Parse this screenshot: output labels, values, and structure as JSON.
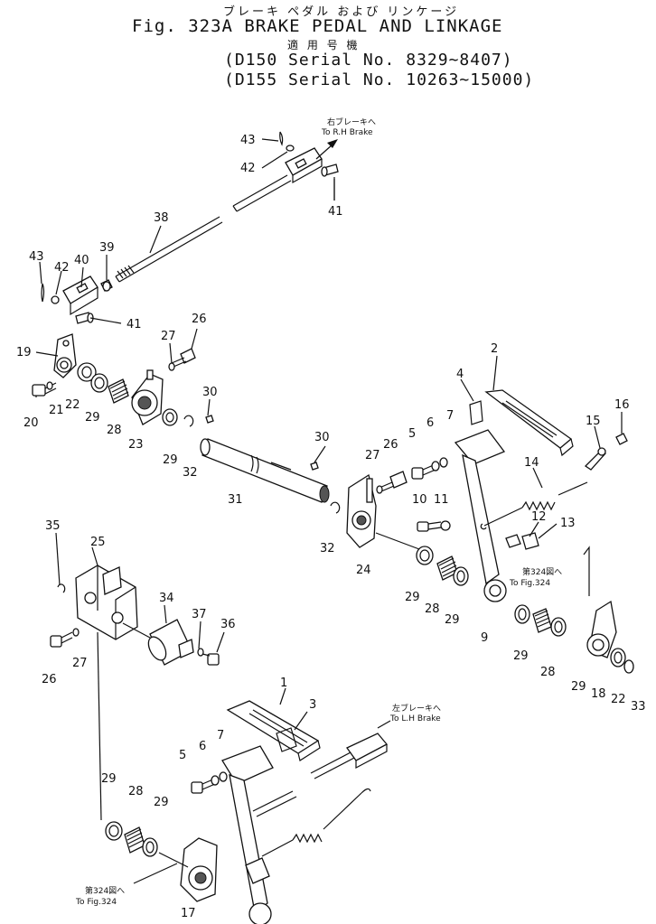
{
  "header": {
    "japanese_title": "ブレーキ ペダル および リンケージ",
    "title": "Fig. 323A  BRAKE PEDAL AND LINKAGE",
    "applicable_models_jp": "適 用 号 機",
    "serial_1": "(D150 Serial No. 8329~8407)",
    "serial_2": "(D155 Serial No. 10263~15000)"
  },
  "notes": {
    "rh_brake_jp": "右ブレーキへ",
    "rh_brake": "To R.H Brake",
    "lh_brake_jp": "左ブレーキへ",
    "lh_brake": "To L.H Brake",
    "fig324_jp": "第324図へ",
    "fig324": "To Fig.324"
  },
  "callouts": {
    "c1": "1",
    "c2": "2",
    "c3": "3",
    "c4": "4",
    "c5": "5",
    "c6": "6",
    "c7": "7",
    "c9": "9",
    "c10": "10",
    "c11": "11",
    "c12": "12",
    "c13": "13",
    "c14": "14",
    "c15": "15",
    "c16": "16",
    "c17": "17",
    "c18": "18",
    "c19": "19",
    "c20": "20",
    "c21": "21",
    "c22": "22",
    "c23": "23",
    "c24": "24",
    "c25": "25",
    "c26": "26",
    "c27": "27",
    "c28": "28",
    "c29": "29",
    "c30": "30",
    "c31": "31",
    "c32": "32",
    "c33": "33",
    "c34": "34",
    "c35": "35",
    "c36": "36",
    "c37": "37",
    "c38": "38",
    "c39": "39",
    "c40": "40",
    "c41": "41",
    "c42": "42",
    "c43": "43"
  }
}
